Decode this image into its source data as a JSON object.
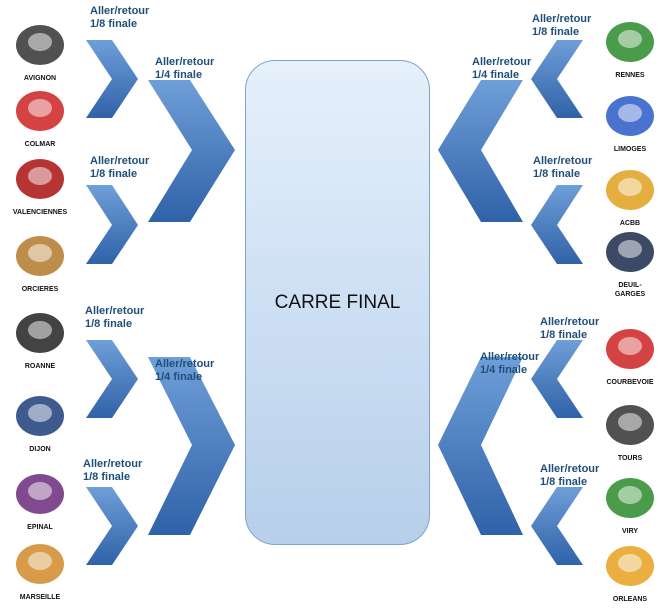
{
  "final_label": "CARRE FINAL",
  "rounds": {
    "eighth": "Aller/retour\n1/8 finale",
    "quarter": "Aller/retour\n1/4 finale",
    "eighth_l1": "Aller/retour",
    "eighth_l2": "1/8 finale",
    "quarter_l1": "Aller/retour",
    "quarter_l2": "1/4 finale"
  },
  "left_teams": [
    "AVIGNON",
    "COLMAR",
    "VALENCIENNES",
    "ORCIERES",
    "ROANNE",
    "DIJON",
    "EPINAL",
    "MARSEILLE"
  ],
  "right_teams": [
    "RENNES",
    "LIMOGES",
    "ACBB",
    "DEUIL-\nGARGES",
    "COURBEVOIE",
    "TOURS",
    "VIRY",
    "ORLEANS"
  ],
  "colors": {
    "chevron": "#4a7fc4",
    "chevron_dark": "#2e5e9e",
    "text": "#1f4e79"
  }
}
